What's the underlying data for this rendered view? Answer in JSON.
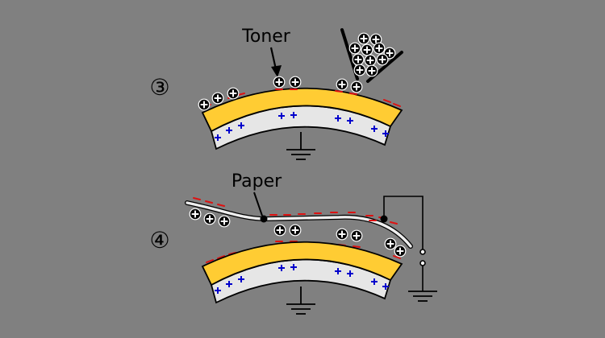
{
  "steps": [
    {
      "marker": "③",
      "label": "Toner"
    },
    {
      "marker": "④",
      "label": "Paper"
    }
  ],
  "colors": {
    "background": "#808080",
    "photoconductor_layer": "#FFCC33",
    "drum_base": "#E6E6E6",
    "outline": "#000000",
    "positive_charge": "#0000CC",
    "negative_charge": "#DD1111",
    "toner_particle": "#000000",
    "paper": "#EEEEEE"
  },
  "icons": [
    "ground-symbol-icon",
    "toner-particle-icon",
    "toner-hopper-icon",
    "positive-charge-icon",
    "negative-charge-icon",
    "switch-contact-icon"
  ]
}
